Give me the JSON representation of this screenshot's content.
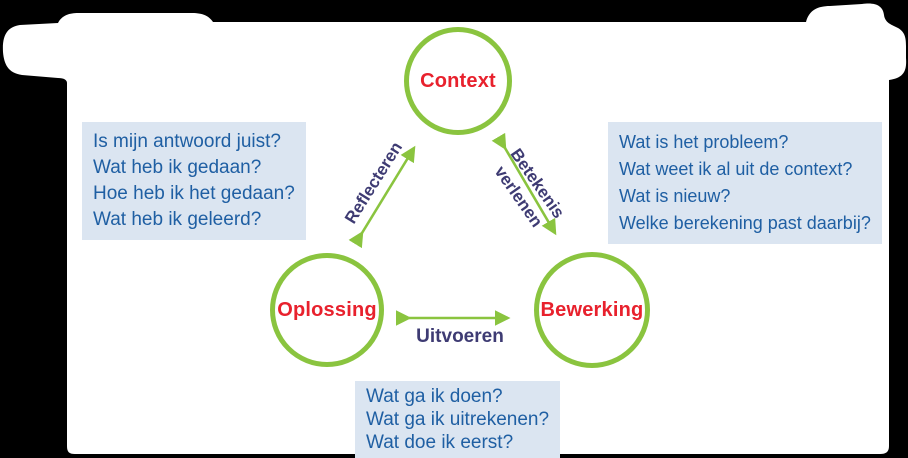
{
  "diagram": {
    "nodes": {
      "context": {
        "label": "Context"
      },
      "oplossing": {
        "label": "Oplossing"
      },
      "bewerking": {
        "label": "Bewerking"
      }
    },
    "edges": {
      "reflecteren": {
        "label": "Reflecteren"
      },
      "betekenis": {
        "line1": "Betekenis",
        "line2": "verlenen"
      },
      "uitvoeren": {
        "label": "Uitvoeren"
      }
    }
  },
  "question_boxes": {
    "left": {
      "lines": [
        "Is mijn antwoord juist?",
        "Wat heb ik gedaan?",
        "Hoe heb ik het gedaan?",
        "Wat heb ik geleerd?"
      ]
    },
    "right": {
      "lines": [
        "Wat is het probleem?",
        "Wat weet ik al uit de context?",
        "Wat is nieuw?",
        "Welke berekening past daarbij?"
      ]
    },
    "bottom": {
      "lines": [
        "Wat ga ik doen?",
        "Wat ga ik uitrekenen?",
        "Wat doe ik eerst?"
      ]
    }
  },
  "colors": {
    "background": "#000000",
    "surface": "#FFFFFF",
    "circle_and_arrow_green": "#8AC43F",
    "node_label_red": "#E8212D",
    "edge_label_navy": "#3E3B73",
    "question_text_blue": "#1F5FA3",
    "question_box_bg": "#DBE5F1"
  }
}
